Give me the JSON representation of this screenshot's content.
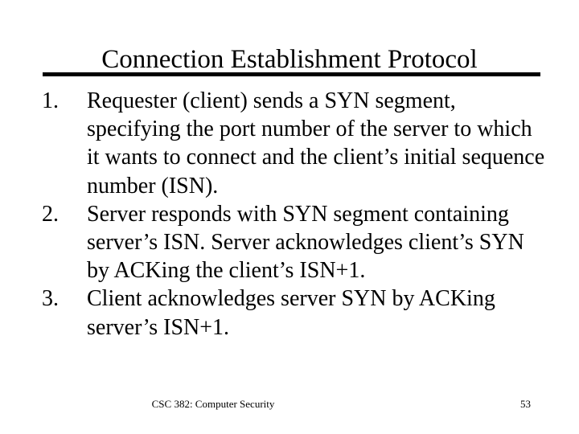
{
  "slide": {
    "title": "Connection Establishment Protocol",
    "divider_color": "#000000",
    "background_color": "#ffffff",
    "text_color": "#000000",
    "items": [
      {
        "number": "1.",
        "text": "Requester (client) sends a SYN segment, specifying the port number of the server to which it wants to connect and the client’s initial sequence number (ISN)."
      },
      {
        "number": "2.",
        "text": "Server responds with SYN segment containing server’s ISN.  Server acknowledges client’s SYN by ACKing the client’s ISN+1."
      },
      {
        "number": "3.",
        "text": "Client acknowledges server SYN by ACKing server’s ISN+1."
      }
    ],
    "footer": {
      "course": "CSC 382: Computer Security",
      "page_number": "53"
    }
  }
}
